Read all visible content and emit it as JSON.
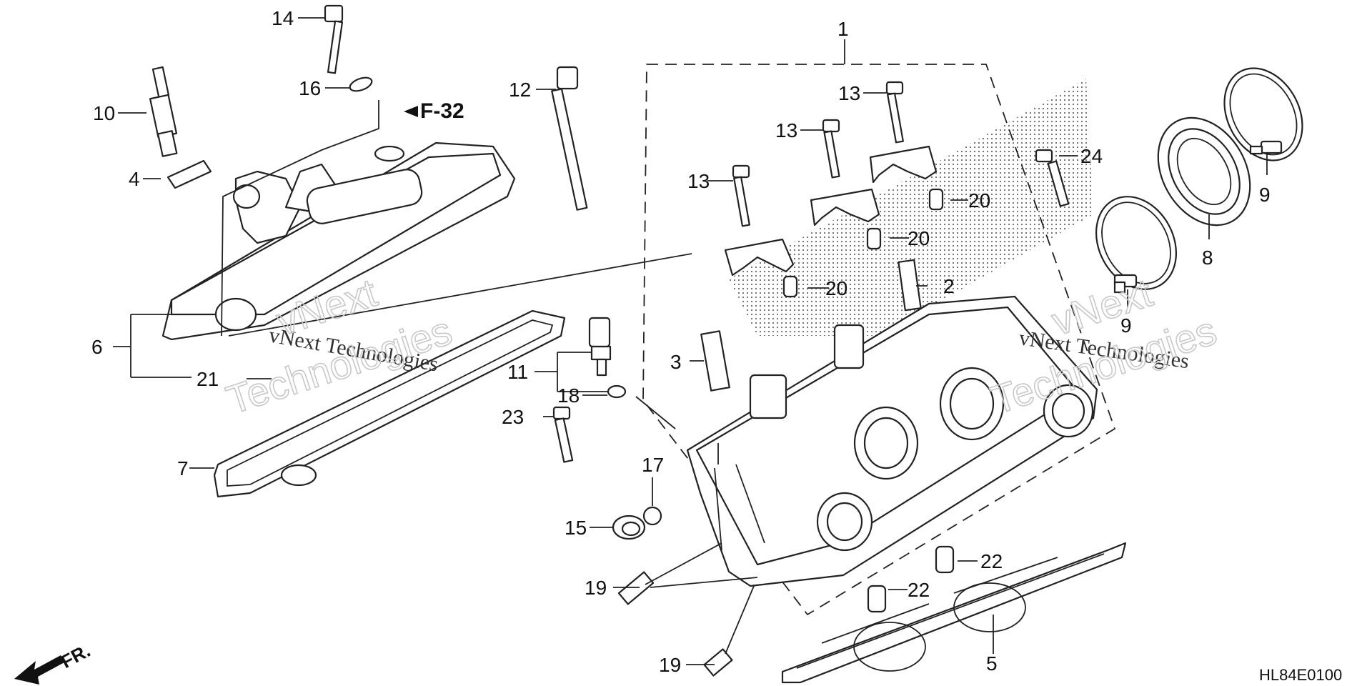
{
  "diagram": {
    "code": "HL84E0100",
    "section_ref": "F-32",
    "front_label": "FR.",
    "watermarks": [
      "vNext Technologies",
      "vNext Technologies",
      "vNext",
      "Technologies",
      "vNext",
      "Technologies"
    ],
    "callouts": [
      "1",
      "2",
      "3",
      "4",
      "5",
      "6",
      "7",
      "8",
      "9",
      "9",
      "10",
      "11",
      "12",
      "13",
      "13",
      "13",
      "14",
      "15",
      "16",
      "17",
      "18",
      "19",
      "19",
      "20",
      "20",
      "20",
      "21",
      "22",
      "22",
      "23",
      "24"
    ]
  }
}
